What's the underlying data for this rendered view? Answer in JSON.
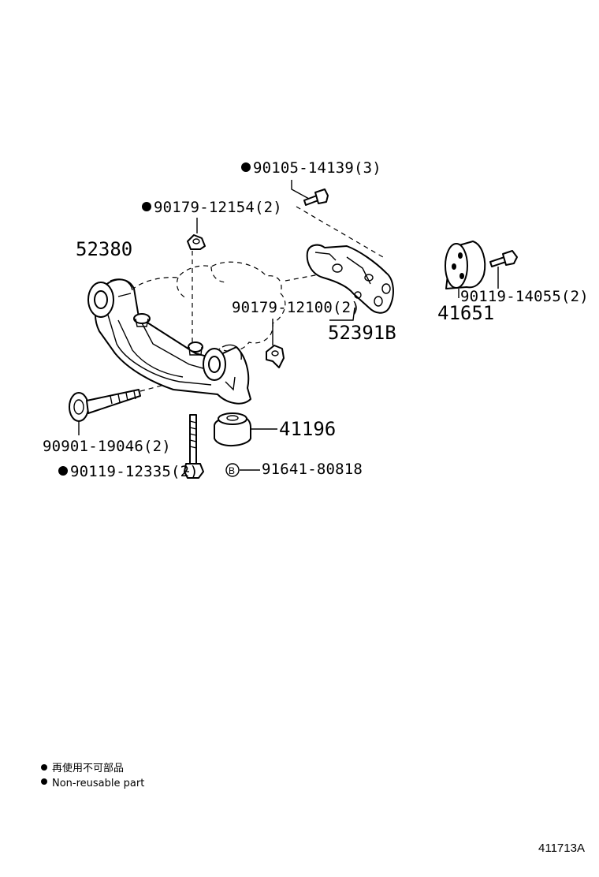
{
  "labels": {
    "bolt_top": "90105-14139(3)",
    "nut_top": "90179-12154(2)",
    "crossmember": "52380",
    "nut_mid": "90179-12100(2)",
    "bracket": "52391B",
    "bolt_right": "90119-14055(2)",
    "cushion_right": "41651",
    "cushion_bottom": "41196",
    "bolt_left": "90901-19046(2)",
    "bolt_bottom": "90119-12335(2)",
    "ref_part": "91641-80818",
    "ref_symbol": "B"
  },
  "legend": [
    {
      "symbol": "bullet",
      "text": "再使用不可部品"
    },
    {
      "symbol": "bullet",
      "text": "Non-reusable part"
    }
  ],
  "figure_id": "411713A",
  "non_reusable_marked": [
    "90105-14139(3)",
    "90179-12154(2)",
    "90119-12335(2)"
  ]
}
